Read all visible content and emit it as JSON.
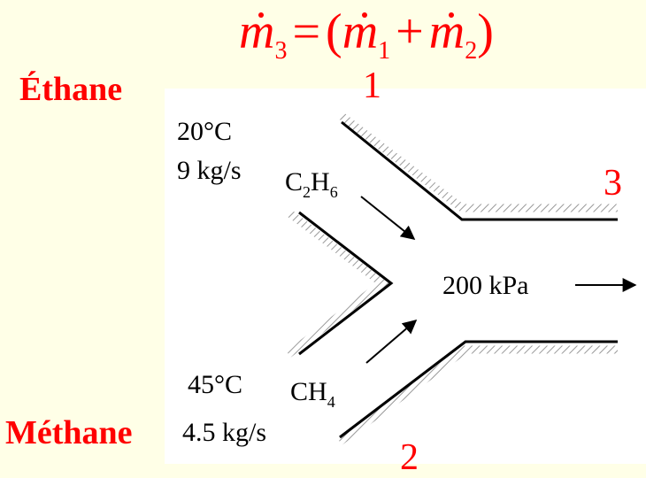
{
  "equation": {
    "lhs": "m",
    "lhs_sub": "3",
    "equals": "=",
    "open_paren": "(",
    "term1": "m",
    "term1_sub": "1",
    "plus": "+",
    "term2": "m",
    "term2_sub": "2",
    "close_paren": ")"
  },
  "labels": {
    "ethane": "Éthane",
    "methane": "Méthane",
    "inlet1_number": "1",
    "inlet2_number": "2",
    "outlet_number": "3"
  },
  "diagram": {
    "inlet1_temperature": "20°C",
    "inlet1_flow": "9 kg/s",
    "inlet1_species": "C",
    "inlet1_species_sub1": "2",
    "inlet1_species_mid": "H",
    "inlet1_species_sub2": "6",
    "inlet2_temperature": "45°C",
    "inlet2_flow": "4.5 kg/s",
    "inlet2_species": "CH",
    "inlet2_species_sub": "4",
    "outlet_pressure": "200 kPa"
  },
  "colors": {
    "background": "#FFFFE7",
    "accent": "#FF0000",
    "panel": "#FFFFFF"
  }
}
